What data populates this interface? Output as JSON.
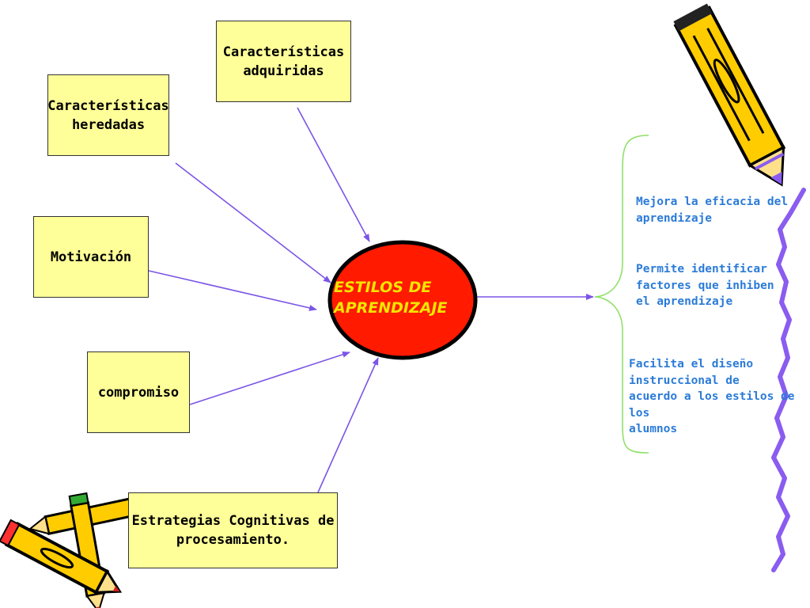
{
  "center_node": {
    "label": "ESTILOS DE\nAPRENDIZAJE",
    "fill": "#ff1a00",
    "text_color": "#f2e600"
  },
  "input_nodes": [
    {
      "label": "Características\nheredadas"
    },
    {
      "label": "Características\nadquiridas"
    },
    {
      "label": "Motivación"
    },
    {
      "label": "compromiso"
    },
    {
      "label": "Estrategias Cognitivas de\nprocesamiento."
    }
  ],
  "benefits": [
    {
      "label": "Mejora la eficacia del\naprendizaje"
    },
    {
      "label": "Permite identificar\nfactores que inhiben\nel aprendizaje"
    },
    {
      "label": "Facilita el diseño\ninstruccional de\nacuerdo a los estilos de los\nalumnos"
    }
  ],
  "colors": {
    "box_fill": "#ffff99",
    "arrow": "#7b55e6",
    "brace": "#8fe06a",
    "benefit_text": "#2b7bd8",
    "pencil_body": "#ffcc00",
    "pencil_outline": "#000000",
    "pencil_tip": "#8a5cf0",
    "torn_edge": "#8a5cf0"
  },
  "icons": [
    "pencil-icon",
    "crossed-pencils-icon"
  ]
}
